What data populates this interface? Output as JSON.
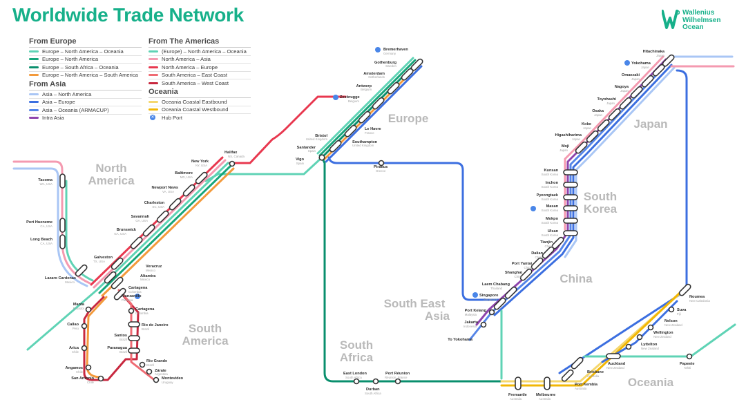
{
  "title": "Worldwide Trade Network",
  "logo": {
    "line1": "Wallenius",
    "line2": "Wilhelmsen",
    "line3": "Ocean",
    "icon": "ww-logo-icon"
  },
  "colors": {
    "brand": "#17b08a",
    "eu_na_oce": "#5fd3b5",
    "eu_na": "#16a57a",
    "eu_saf_oce": "#0a8f6d",
    "eu_na_sa": "#f39a3c",
    "am_na_oce": "#5fd3b5",
    "am_na_asia": "#f49ab0",
    "am_na_eu": "#e8384f",
    "am_sa_ec": "#ef6b73",
    "am_sa_wc": "#c8283f",
    "asia_na": "#a9c6f5",
    "asia_eu": "#3c6fe0",
    "asia_oce": "#5585e8",
    "intra_asia": "#8e44ad",
    "oce_east": "#f5d76e",
    "oce_west": "#f2b705",
    "hub": "#4a86e8"
  },
  "legend": {
    "from_europe": {
      "heading": "From Europe",
      "items": [
        {
          "label": "Europe – North America – Oceania",
          "color": "#5fd3b5"
        },
        {
          "label": "Europe – North America",
          "color": "#16a57a"
        },
        {
          "label": "Europe – South Africa – Oceania",
          "color": "#0a8f6d"
        },
        {
          "label": "Europe – North America – South America",
          "color": "#f39a3c"
        }
      ]
    },
    "from_asia": {
      "heading": "From Asia",
      "items": [
        {
          "label": "Asia – North America",
          "color": "#a9c6f5"
        },
        {
          "label": "Asia – Europe",
          "color": "#3c6fe0"
        },
        {
          "label": "Asia – Oceania (ARMACUP)",
          "color": "#5585e8"
        },
        {
          "label": "Intra Asia",
          "color": "#8e44ad"
        }
      ]
    },
    "from_americas": {
      "heading": "From The Americas",
      "items": [
        {
          "label": "(Europe) – North America – Oceania",
          "color": "#5fd3b5"
        },
        {
          "label": "North America – Asia",
          "color": "#f49ab0"
        },
        {
          "label": "North America – Europe",
          "color": "#e8384f"
        },
        {
          "label": "South America – East Coast",
          "color": "#ef6b73"
        },
        {
          "label": "South America – West Coast",
          "color": "#c8283f"
        }
      ]
    },
    "oceania": {
      "heading": "Oceania",
      "items": [
        {
          "label": "Oceania Coastal Eastbound",
          "color": "#f5d76e"
        },
        {
          "label": "Oceania Coastal Westbound",
          "color": "#f2b705"
        }
      ],
      "hub_label": "Hub Port"
    }
  },
  "regions": {
    "north_america": [
      "North",
      "America"
    ],
    "europe": "Europe",
    "south_america": [
      "South",
      "America"
    ],
    "south_africa": [
      "South",
      "Africa"
    ],
    "south_east_asia": [
      "South East",
      "Asia"
    ],
    "japan": "Japan",
    "south_korea": [
      "South",
      "Korea"
    ],
    "china": "China",
    "oceania": "Oceania"
  },
  "ports": [
    {
      "name": "Bremerhaven",
      "country": "Germany"
    },
    {
      "name": "Gothenburg",
      "country": "Sweden"
    },
    {
      "name": "Amsterdam",
      "country": "Netherlands"
    },
    {
      "name": "Antwerp",
      "country": "Belgium"
    },
    {
      "name": "Zeebrugge",
      "country": "Belgium"
    },
    {
      "name": "Le Havre",
      "country": "France"
    },
    {
      "name": "Southampton",
      "country": "United Kingdom"
    },
    {
      "name": "Bristol",
      "country": "United Kingdom"
    },
    {
      "name": "Santander",
      "country": "Spain"
    },
    {
      "name": "Vigo",
      "country": "Spain"
    },
    {
      "name": "Piraeus",
      "country": "Greece"
    },
    {
      "name": "Halifax",
      "country": "NS, Canada"
    },
    {
      "name": "New York",
      "country": "NY, USA"
    },
    {
      "name": "Baltimore",
      "country": "MD, USA"
    },
    {
      "name": "Newport News",
      "country": "VA, USA"
    },
    {
      "name": "Charleston",
      "country": "SC, USA"
    },
    {
      "name": "Savannah",
      "country": "GA, USA"
    },
    {
      "name": "Brunswick",
      "country": "GA, USA"
    },
    {
      "name": "Galveston",
      "country": "TX, USA"
    },
    {
      "name": "Tacoma",
      "country": "WA, USA"
    },
    {
      "name": "Port Hueneme",
      "country": "CA, USA"
    },
    {
      "name": "Long Beach",
      "country": "CA, USA"
    },
    {
      "name": "Lazaro Cardenas",
      "country": "Mexico"
    },
    {
      "name": "Veracruz",
      "country": "Mexico"
    },
    {
      "name": "Altamira",
      "country": "Mexico"
    },
    {
      "name": "Cartagena",
      "country": "Colombia"
    },
    {
      "name": "Manzanillo",
      "country": "Panama"
    },
    {
      "name": "Cartagena",
      "country": "Colombia"
    },
    {
      "name": "Manta",
      "country": "Ecuador"
    },
    {
      "name": "Callao",
      "country": "Peru"
    },
    {
      "name": "Arica",
      "country": "Chile"
    },
    {
      "name": "Angamos",
      "country": "Chile"
    },
    {
      "name": "San Antonio",
      "country": "Chile"
    },
    {
      "name": "Rio de Janeiro",
      "country": "Brazil"
    },
    {
      "name": "Santos",
      "country": "Brazil"
    },
    {
      "name": "Paranagua",
      "country": "Brazil"
    },
    {
      "name": "Rio Grande",
      "country": "Brazil"
    },
    {
      "name": "Zárate",
      "country": "Argentina"
    },
    {
      "name": "Montevideo",
      "country": "Uruguay"
    },
    {
      "name": "East London",
      "country": "South Africa"
    },
    {
      "name": "Durban",
      "country": "South Africa"
    },
    {
      "name": "Port Réunion",
      "country": "Réunion, France"
    },
    {
      "name": "Laem Chabang",
      "country": "Thailand"
    },
    {
      "name": "Singapore",
      "country": "Singapore"
    },
    {
      "name": "Port Kelang",
      "country": "Malaysia"
    },
    {
      "name": "Jakarta",
      "country": "Indonesia"
    },
    {
      "name": "To Yokohama",
      "country": ""
    },
    {
      "name": "Hitachinaka",
      "country": "Japan"
    },
    {
      "name": "Yokohama",
      "country": "Japan"
    },
    {
      "name": "Omaezaki",
      "country": "Japan"
    },
    {
      "name": "Nagoya",
      "country": "Japan"
    },
    {
      "name": "Toyohashi",
      "country": "Japan"
    },
    {
      "name": "Osaka",
      "country": "Japan"
    },
    {
      "name": "Kobe",
      "country": "Japan"
    },
    {
      "name": "Higashiharima",
      "country": "Japan"
    },
    {
      "name": "Moji",
      "country": "Japan"
    },
    {
      "name": "Kunsan",
      "country": "South Korea"
    },
    {
      "name": "Inchon",
      "country": "South Korea"
    },
    {
      "name": "Pyeongtaek",
      "country": "South Korea"
    },
    {
      "name": "Masan",
      "country": "South Korea"
    },
    {
      "name": "Mokpo",
      "country": "South Korea"
    },
    {
      "name": "Ulsan",
      "country": "South Korea"
    },
    {
      "name": "Tianjin",
      "country": "China"
    },
    {
      "name": "Dalian",
      "country": "China"
    },
    {
      "name": "Port Yantai",
      "country": "China"
    },
    {
      "name": "Shanghai",
      "country": "China"
    },
    {
      "name": "Noumea",
      "country": "New Caledonia"
    },
    {
      "name": "Suva",
      "country": "Fiji"
    },
    {
      "name": "Nelson",
      "country": "New Zealand"
    },
    {
      "name": "Wellington",
      "country": "New Zealand"
    },
    {
      "name": "Lyttelton",
      "country": "New Zealand"
    },
    {
      "name": "Auckland",
      "country": "New Zealand"
    },
    {
      "name": "Papeete",
      "country": "Tahiti"
    },
    {
      "name": "Brisbane",
      "country": "Australia"
    },
    {
      "name": "Port Kembla",
      "country": "Australia"
    },
    {
      "name": "Fremantle",
      "country": "Australia"
    },
    {
      "name": "Melbourne",
      "country": "Australia"
    }
  ]
}
